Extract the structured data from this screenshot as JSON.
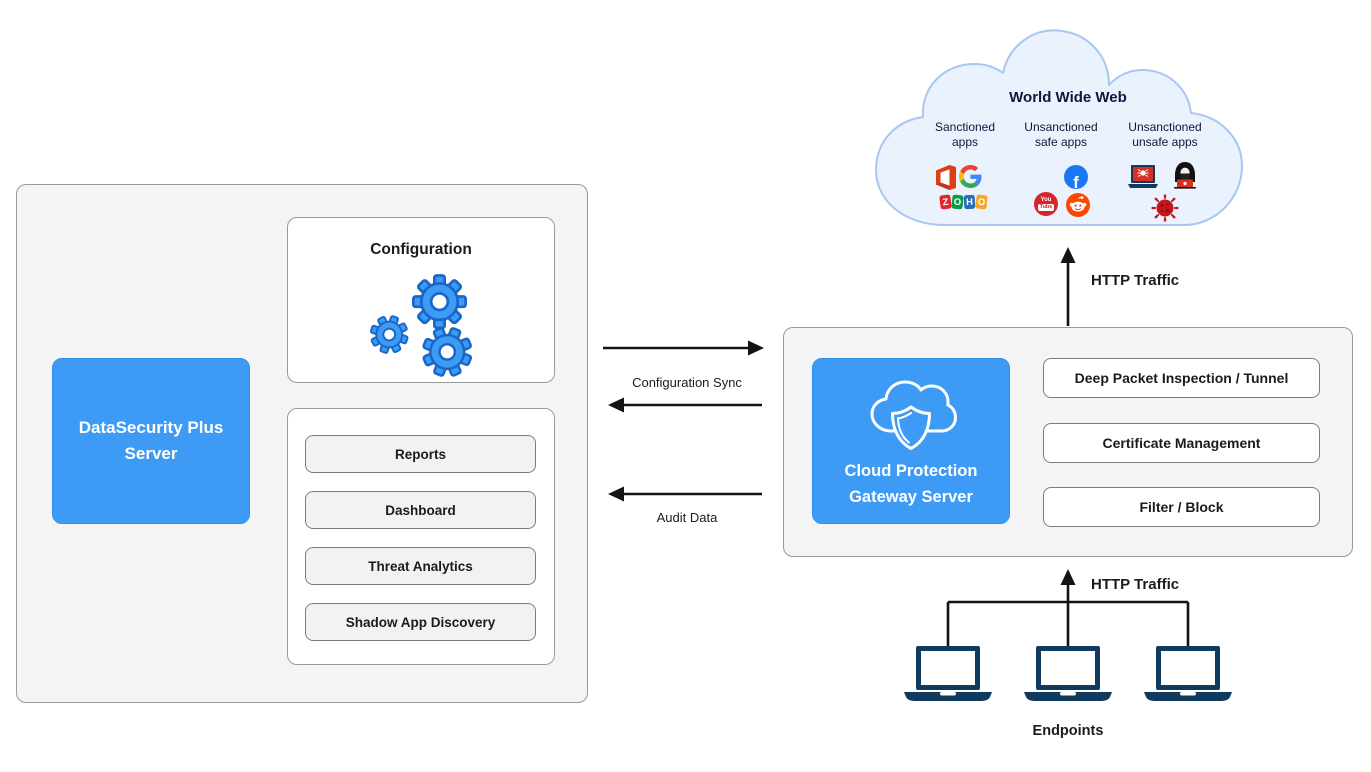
{
  "colors": {
    "accent_blue": "#3E9BF5",
    "panel_gray": "#f4f4f4",
    "endpoint_navy": "#113a5f",
    "cloud_fill": "#e9f2fd",
    "cloud_stroke": "#a9c6f2",
    "arrow_black": "#141414",
    "facebook_blue": "#1877f2",
    "youtube_red": "#d7232c",
    "reddit_orange": "#ff4500",
    "office_red": "#dc3e15",
    "malware_red": "#d93025",
    "zoho_colors": [
      "#e0262c",
      "#0a9a4a",
      "#2b6cb8",
      "#f5a623"
    ],
    "google_colors": [
      "#EA4335",
      "#4285F4",
      "#FBBC05",
      "#34A853"
    ]
  },
  "datasecurity_panel": {
    "server_label": "DataSecurity Plus Server",
    "configuration": {
      "title": "Configuration",
      "icon": "gears-icon"
    },
    "modules": [
      "Reports",
      "Dashboard",
      "Threat Analytics",
      "Shadow App Discovery"
    ]
  },
  "gateway_panel": {
    "server_label": "Cloud Protection Gateway Server",
    "server_icon": "cloud-shield-icon",
    "features": [
      "Deep Packet Inspection / Tunnel",
      "Certificate Management",
      "Filter / Block"
    ]
  },
  "connections": {
    "configuration_sync": "Configuration Sync",
    "audit_data": "Audit Data",
    "http_traffic_web": "HTTP Traffic",
    "http_traffic_endpoints": "HTTP Traffic"
  },
  "cloud": {
    "title": "World Wide Web",
    "categories": [
      {
        "label": "Sanctioned apps",
        "icons": [
          "microsoft-office-icon",
          "google-icon",
          "zoho-icon"
        ]
      },
      {
        "label": "Unsanctioned safe apps",
        "icons": [
          "facebook-icon",
          "youtube-icon",
          "reddit-icon"
        ]
      },
      {
        "label": "Unsanctioned unsafe apps",
        "icons": [
          "infected-laptop-icon",
          "hacker-icon",
          "virus-icon"
        ]
      }
    ],
    "zoho_letters": [
      "Z",
      "O",
      "H",
      "O"
    ],
    "facebook_letter": "f",
    "youtube_text": {
      "top": "You",
      "bottom": "Tube"
    }
  },
  "endpoints": {
    "label": "Endpoints",
    "count": 3
  }
}
